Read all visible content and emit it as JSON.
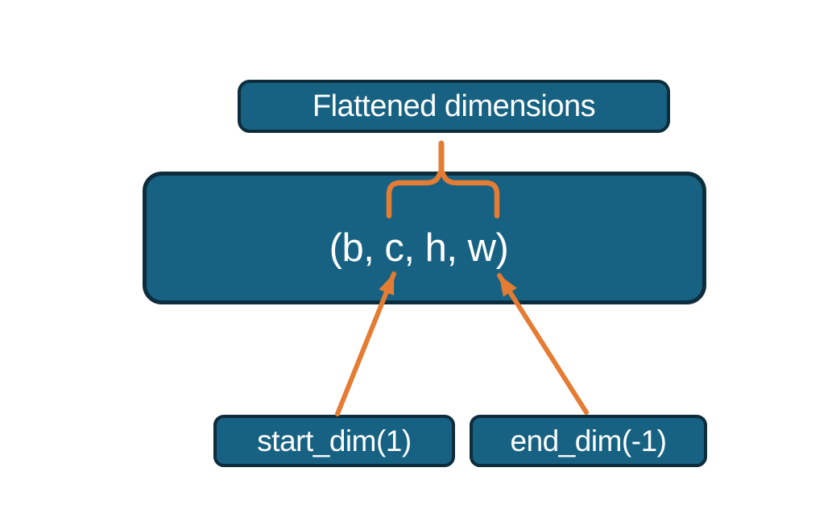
{
  "diagram": {
    "title_box": {
      "label": "Flattened dimensions"
    },
    "tensor_box": {
      "label": "(b, c, h, w)"
    },
    "start_box": {
      "label": "start_dim(1)"
    },
    "end_box": {
      "label": "end_dim(-1)"
    }
  },
  "colors": {
    "box-fill": "#176282",
    "box-border": "#0d2c3c",
    "orange": "#e57c33",
    "text": "#ffffff",
    "background": "#ffffff"
  }
}
